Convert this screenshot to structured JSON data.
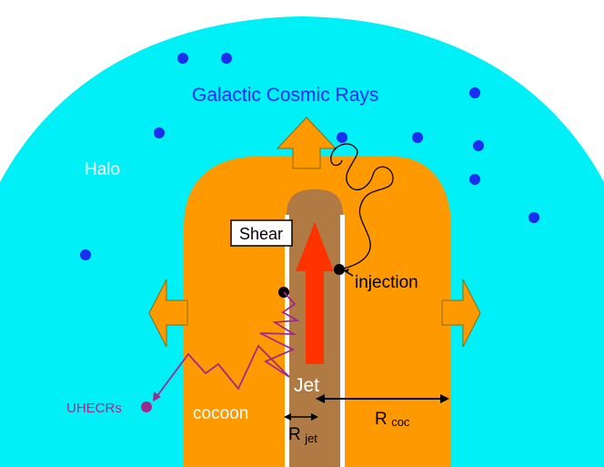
{
  "labels": {
    "gcr": "Galactic Cosmic Rays",
    "halo": "Halo",
    "shear": "Shear",
    "injection": "injection",
    "jet": "Jet",
    "cocoon": "cocoon",
    "uhecrs": "UHECRs",
    "r_jet_main": "R",
    "r_jet_sub": "jet",
    "r_coc_main": "R",
    "r_coc_sub": "coc"
  },
  "colors": {
    "halo": "#00f0f8",
    "cocoon": "#ff9900",
    "jet_channel": "#b07a45",
    "jet_arrow": "#ff3300",
    "gcr": "#1a2ef0",
    "uhecr": "#a0298c",
    "text_white": "#ffffff",
    "text_black": "#000000"
  }
}
